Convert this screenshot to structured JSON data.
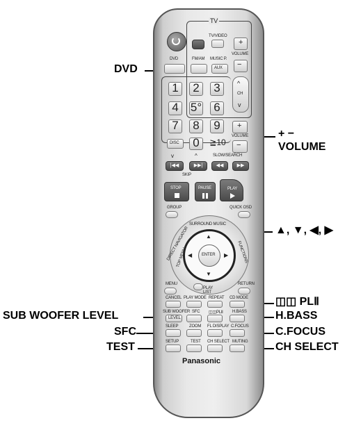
{
  "callouts": {
    "dvd": "DVD",
    "plus_minus": "+ −",
    "volume": "VOLUME",
    "arrows": "▲, ▼, ◀, ▶",
    "dolby_pl": "◫◫ PLⅡ",
    "hbass": "H.BASS",
    "cfocus": "C.FOCUS",
    "ch_select": "CH SELECT",
    "sub_woofer_level": "SUB WOOFER LEVEL",
    "sfc": "SFC",
    "test": "TEST"
  },
  "remote": {
    "tv_label": "TV",
    "tv_video": "TV/VIDEO",
    "volume_small": "VOLUME",
    "ch_small": "CH",
    "dvd_small": "DVD",
    "fm_am": "FM/AM",
    "music_p": "MUSIC P.",
    "aux": "AUX",
    "keys": [
      "1",
      "2",
      "3",
      "4",
      "5°",
      "6",
      "7",
      "8",
      "9"
    ],
    "disc": "DISC",
    "zero": "0",
    "ge10": "≧10",
    "slow_search": "SLOW/SEARCH",
    "skip": "SKIP",
    "stop": "STOP",
    "pause": "PAUSE",
    "play": "PLAY",
    "group": "GROUP",
    "quick_osd": "QUICK OSD",
    "surround_music": "SURROUND MUSIC",
    "direct_navigator": "DIRECT NAVIGATOR",
    "top_menu": "TOP MENU",
    "functions": "FUNCTIONS",
    "enter": "ENTER",
    "menu": "MENU",
    "play_list": "PLAY LIST",
    "return": "RETURN",
    "cancel": "CANCEL",
    "play_mode": "PLAY MODE",
    "repeat": "REPEAT",
    "cd_mode": "CD MODE",
    "sub_woofer": "SUB WOOFER",
    "level": "LEVEL",
    "sfc": "SFC",
    "pl2": "◫◫PLⅡ",
    "hbass": "H.BASS",
    "sleep": "SLEEP",
    "zoom": "ZOOM",
    "fl_display": "FL DISPLAY",
    "cfocus": "C.FOCUS",
    "setup": "SETUP",
    "test": "TEST",
    "ch_select": "CH SELECT",
    "muting": "MUTING",
    "brand": "Panasonic"
  }
}
